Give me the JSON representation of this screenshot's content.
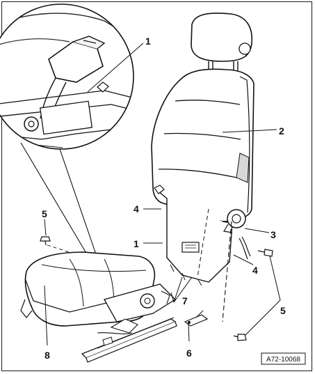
{
  "diagram": {
    "reference_code": "A72-10068",
    "callouts": [
      "1",
      "2",
      "3",
      "4",
      "5",
      "1",
      "4",
      "5",
      "6",
      "7",
      "8"
    ]
  }
}
